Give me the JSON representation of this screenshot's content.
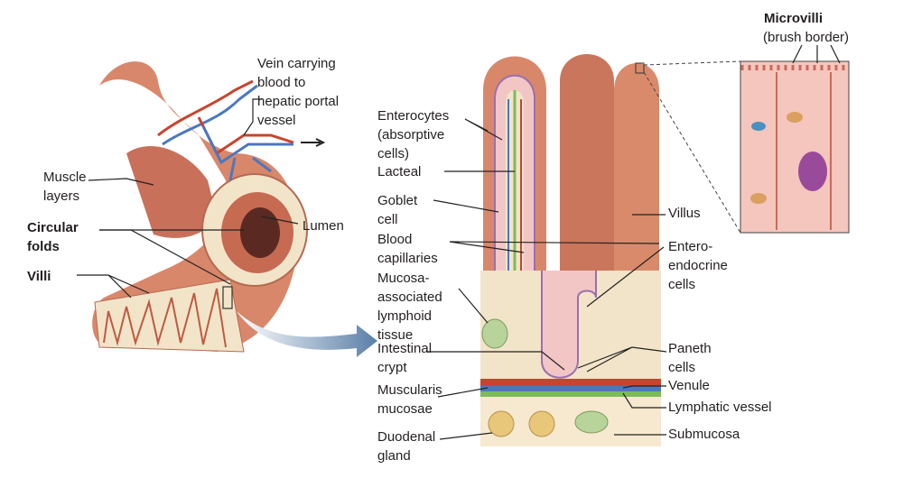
{
  "labels": {
    "vein": "Vein carrying\nblood to\nhepatic portal\nvessel",
    "muscle_layers": "Muscle\nlayers",
    "circular_folds": "Circular\nfolds",
    "villi": "Villi",
    "lumen": "Lumen",
    "enterocytes": "Enterocytes\n(absorptive\ncells)",
    "lacteal": "Lacteal",
    "goblet_cell": "Goblet\ncell",
    "blood_capillaries": "Blood\ncapillaries",
    "malt": "Mucosa-\nassociated\nlymphoid\ntissue",
    "intestinal_crypt": "Intestinal\ncrypt",
    "muscularis_mucosae": "Muscularis\nmucosae",
    "duodenal_gland": "Duodenal\ngland",
    "microvilli": "Microvilli",
    "brush_border": "(brush border)",
    "villus": "Villus",
    "enteroendocrine": "Entero-\nendocrine\ncells",
    "paneth_cells": "Paneth\ncells",
    "venule": "Venule",
    "lymphatic_vessel": "Lymphatic vessel",
    "submucosa": "Submucosa"
  },
  "colors": {
    "tissue": "#d9876a",
    "cream": "#f2e4c8",
    "vein": "#4a78c0",
    "artery": "#c8442e",
    "lacteal": "#7dbb5a",
    "inset_bg": "#f4c6bd"
  }
}
